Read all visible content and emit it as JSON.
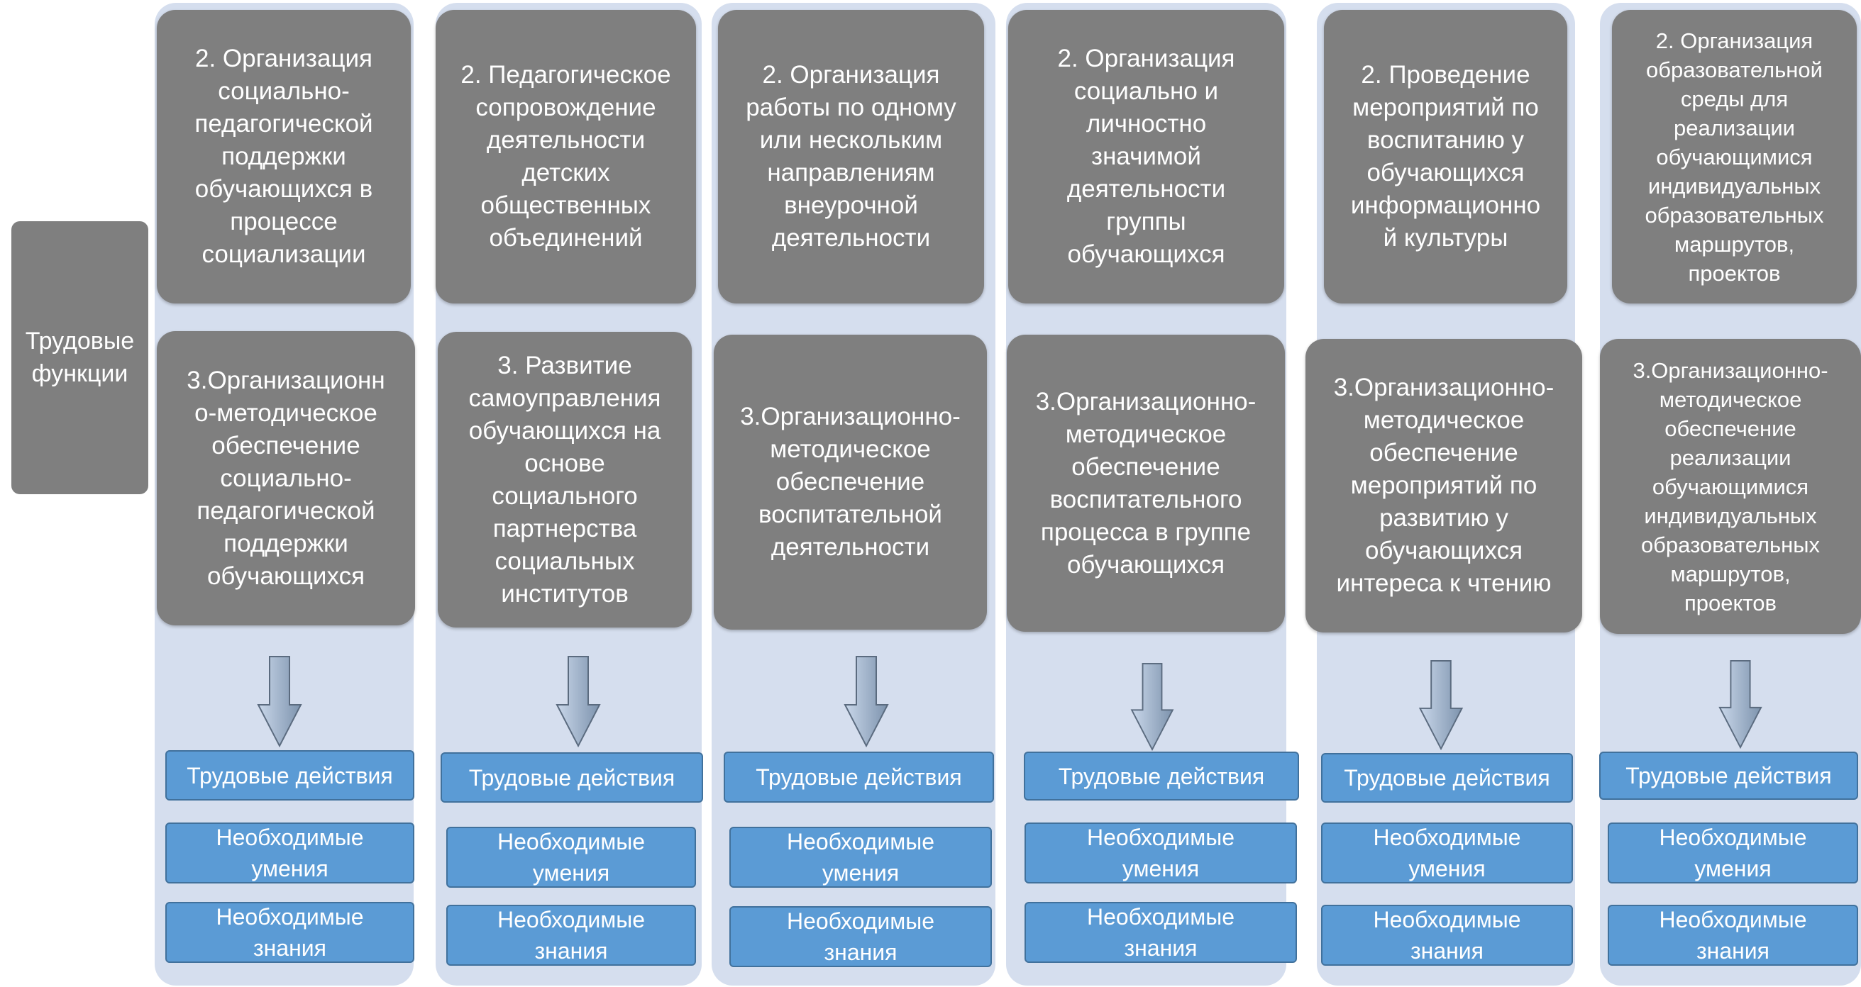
{
  "side_label": "Трудовые\nфункции",
  "columns": [
    {
      "func2": "2. Организация\nсоциально-\nпедагогической\nподдержки\nобучающихся в\nпроцессе\nсоциализации",
      "func3": "3.Организационн\nо-методическое\nобеспечение\nсоциально-\nпедагогической\nподдержки\nобучающихся",
      "actions": "Трудовые действия",
      "skills": "Необходимые\nумения",
      "knowledge": "Необходимые\nзнания"
    },
    {
      "func2": "2. Педагогическое\nсопровождение\nдеятельности\nдетских\nобщественных\nобъединений",
      "func3": "3. Развитие\nсамоуправления\nобучающихся на\nоснове\nсоциального\nпартнерства\nсоциальных\nинститутов",
      "actions": "Трудовые действия",
      "skills": "Необходимые\nумения",
      "knowledge": "Необходимые\nзнания"
    },
    {
      "func2": "2. Организация\nработы по одному\nили нескольким\nнаправлениям\nвнеурочной\nдеятельности",
      "func3": "3.Организационно-\nметодическое\nобеспечение\nвоспитательной\nдеятельности",
      "actions": "Трудовые действия",
      "skills": "Необходимые\nумения",
      "knowledge": "Необходимые\nзнания"
    },
    {
      "func2": "2. Организация\nсоциально и\nличностно\nзначимой\nдеятельности\nгруппы\nобучающихся",
      "func3": "3.Организационно-\nметодическое\nобеспечение\nвоспитательного\nпроцесса в группе\nобучающихся",
      "actions": "Трудовые действия",
      "skills": "Необходимые\nумения",
      "knowledge": "Необходимые\nзнания"
    },
    {
      "func2": "2. Проведение\nмероприятий по\nвоспитанию у\nобучающихся\nинформационно\nй культуры",
      "func3": "3.Организационно-\nметодическое\nобеспечение\nмероприятий по\nразвитию у\nобучающихся\nинтереса к чтению",
      "actions": "Трудовые действия",
      "skills": "Необходимые\nумения",
      "knowledge": "Необходимые\nзнания"
    },
    {
      "func2": "2. Организация\nобразовательной\nсреды для\nреализации\nобучающимися\nиндивидуальных\nобразовательных\nмаршрутов,\nпроектов",
      "func3": "3.Организационно-\nметодическое\nобеспечение\nреализации\nобучающимися\nиндивидуальных\nобразовательных\nмаршрутов,\nпроектов",
      "actions": "Трудовые действия",
      "skills": "Необходимые\nумения",
      "knowledge": "Необходимые\nзнания"
    }
  ]
}
